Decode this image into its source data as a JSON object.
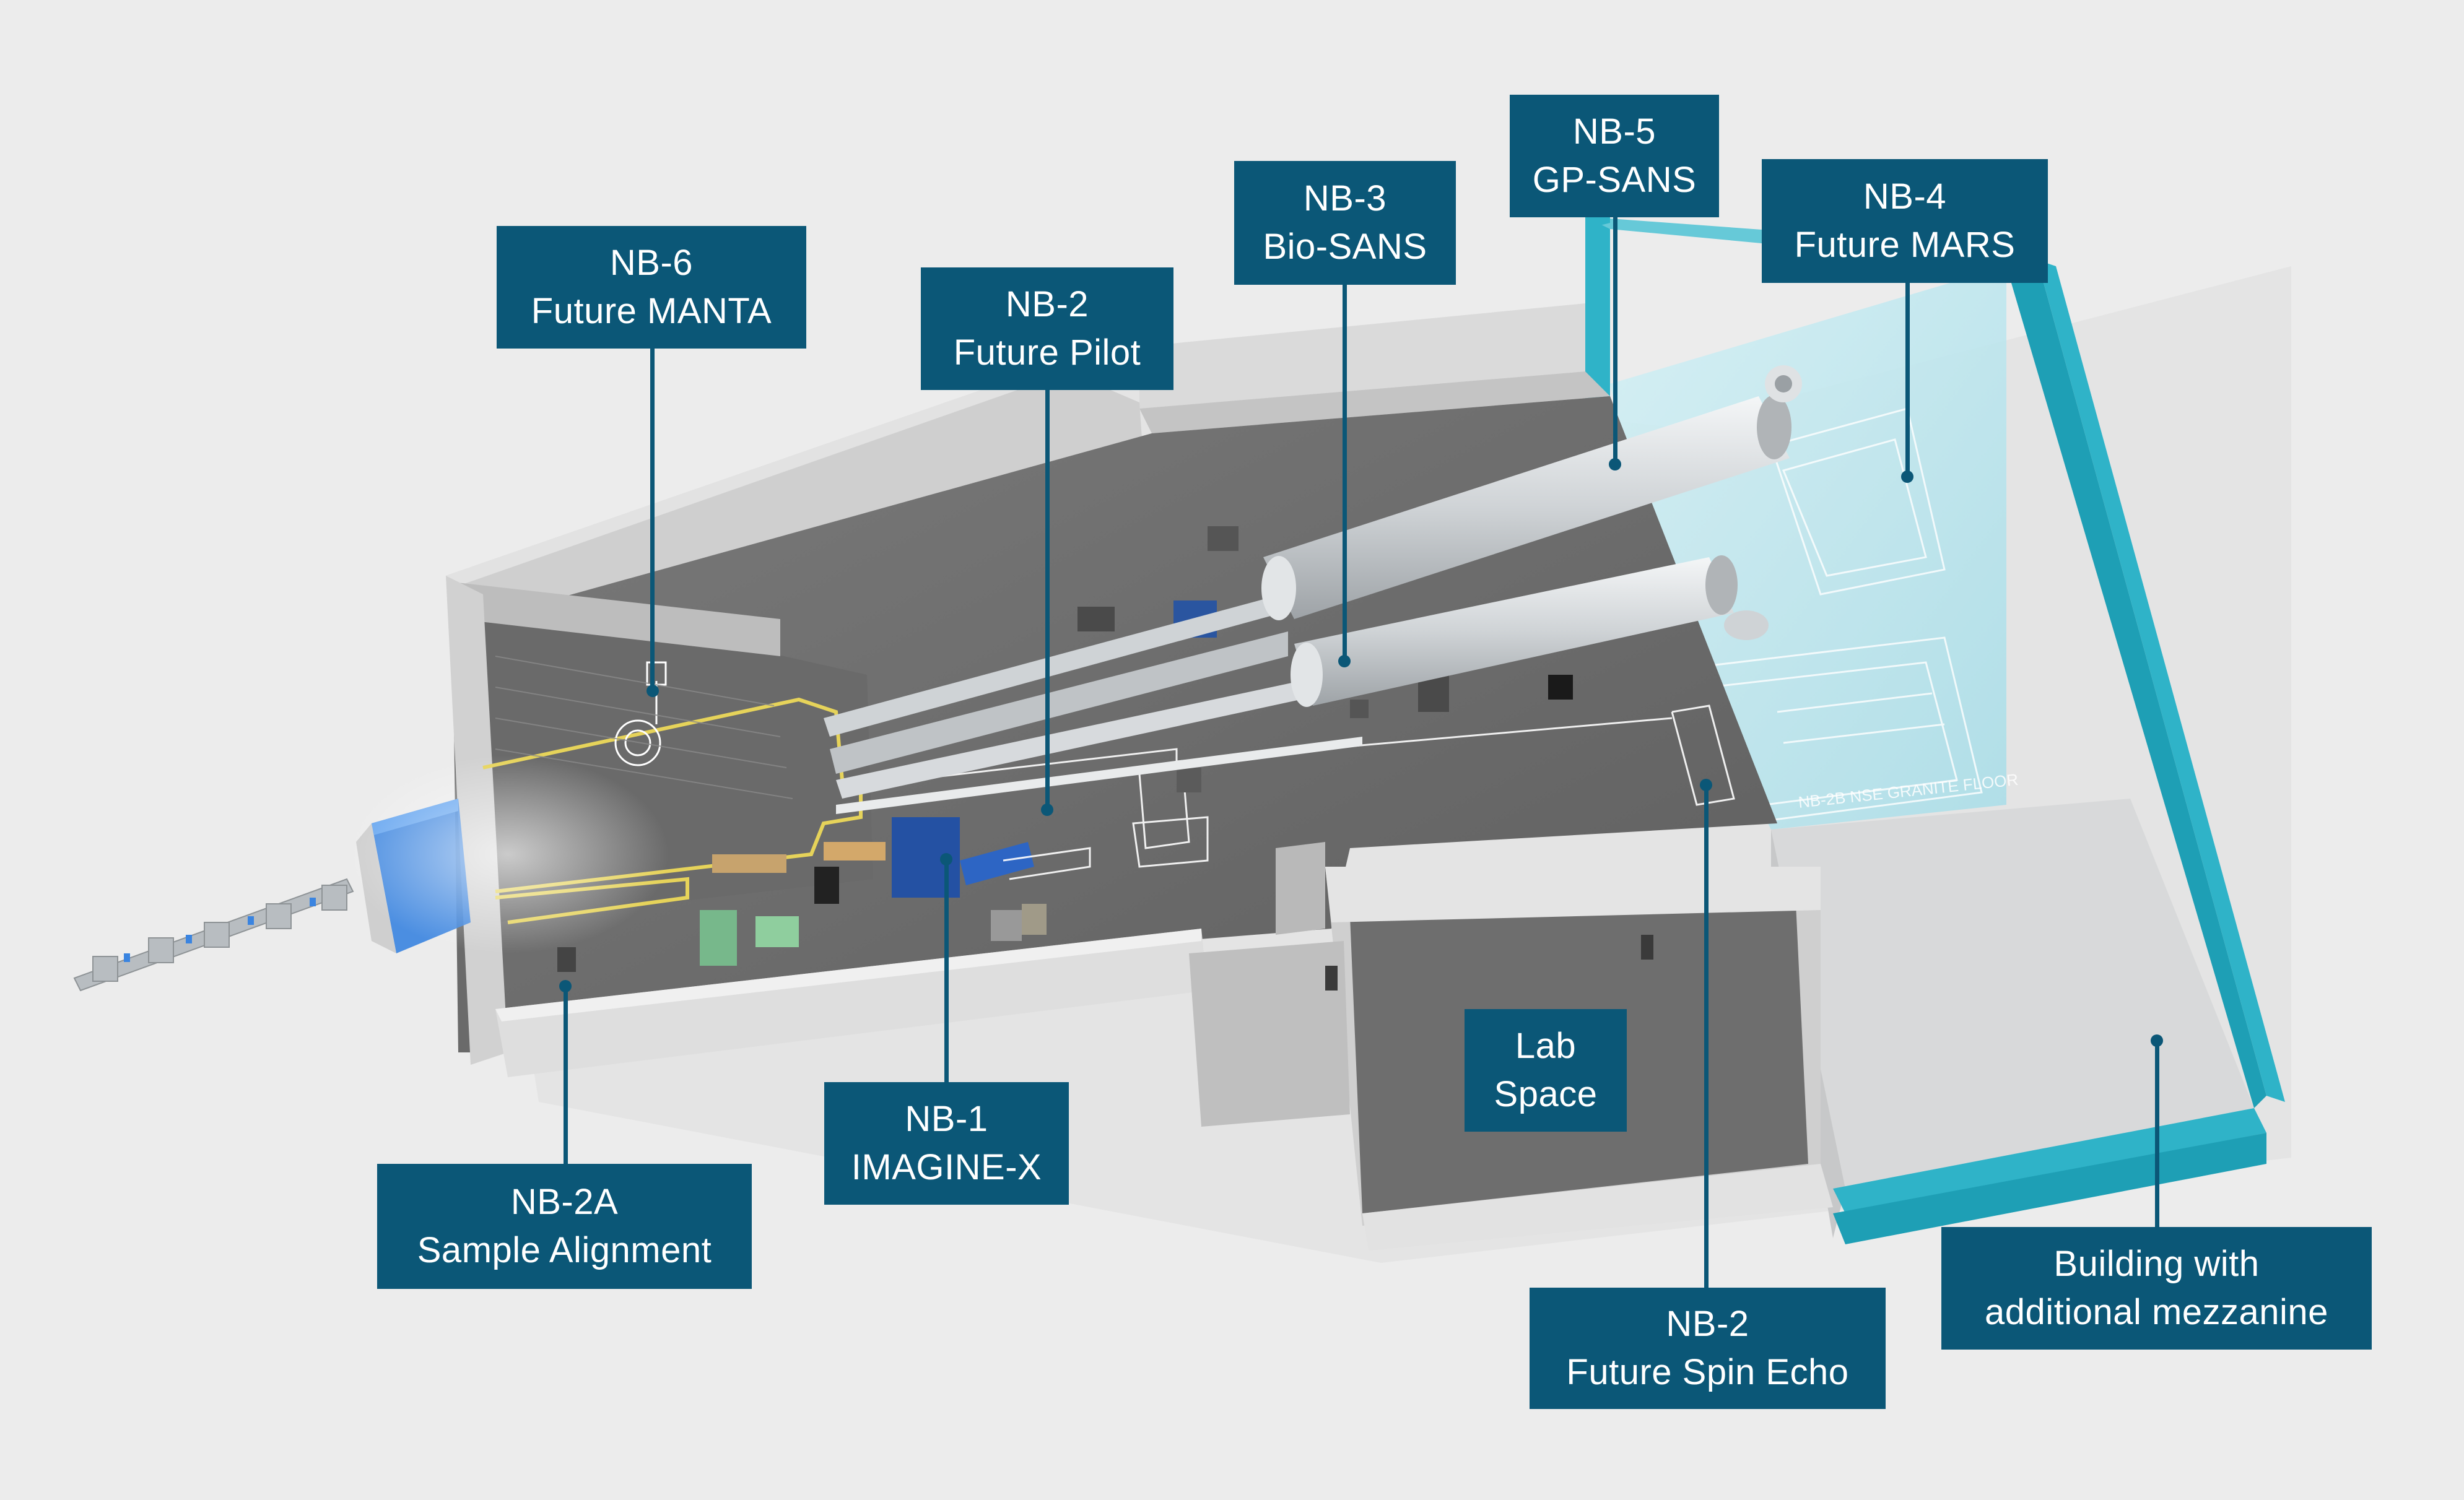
{
  "labels": {
    "nb6": {
      "line1": "NB-6",
      "line2": "Future MANTA"
    },
    "nb2p": {
      "line1": "NB-2",
      "line2": "Future Pilot"
    },
    "nb3": {
      "line1": "NB-3",
      "line2": "Bio-SANS"
    },
    "nb5": {
      "line1": "NB-5",
      "line2": "GP-SANS"
    },
    "nb4": {
      "line1": "NB-4",
      "line2": "Future MARS"
    },
    "nb1": {
      "line1": "NB-1",
      "line2": "IMAGINE-X"
    },
    "nb2a": {
      "line1": "NB-2A",
      "line2": "Sample Alignment"
    },
    "lab": {
      "line1": "Lab",
      "line2": "Space"
    },
    "nb2se": {
      "line1": "NB-2",
      "line2": "Future Spin Echo"
    },
    "bldg": {
      "line1": "Building with",
      "line2": "additional mezzanine"
    }
  },
  "floor_markings": {
    "granite_floor": "NB-2B NSE GRANITE FLOOR"
  },
  "colors": {
    "callout_bg": "#0b5777",
    "callout_text": "#ffffff",
    "mezzanine_wall": "#2fb3c8",
    "mezzanine_glass": "#b8e6ee",
    "floor": "#6c6c6c",
    "wall": "#d6d6d6",
    "beam_tube": "#d4d8dc",
    "guide_highlight": "#e6d35a",
    "entry_blue": "#3a84e0"
  }
}
